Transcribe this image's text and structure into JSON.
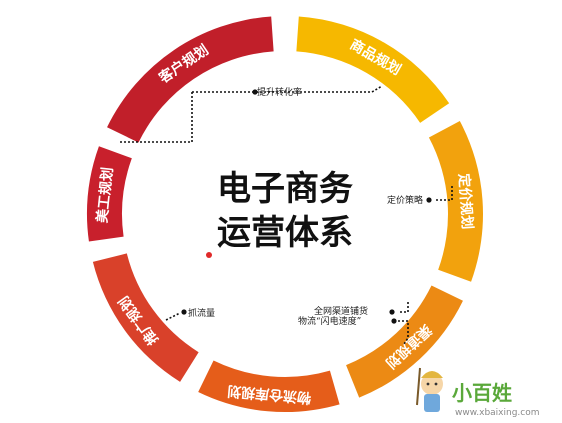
{
  "center_title": [
    "电子商务",
    "运营体系"
  ],
  "segments": [
    {
      "label": "客户规划",
      "color": "#c11f2a",
      "a1": -154,
      "a2": -94
    },
    {
      "label": "商品规划",
      "color": "#f6b800",
      "a1": -86,
      "a2": -34
    },
    {
      "label": "定价规划",
      "color": "#f2a20d",
      "a1": -28,
      "a2": 20
    },
    {
      "label": "渠道规划",
      "color": "#ec8a14",
      "a1": 26,
      "a2": 68
    },
    {
      "label": "物流仓库规划",
      "color": "#e55d1a",
      "a1": 74,
      "a2": 116
    },
    {
      "label": "推广规划",
      "color": "#d9412a",
      "a1": 122,
      "a2": 166
    },
    {
      "label": "美工规划",
      "color": "#c8202c",
      "a1": 172,
      "a2": 200
    }
  ],
  "annotations": {
    "conversion": "提升转化率",
    "pricing": "定价策略",
    "channel": "全网渠道铺货",
    "logistics": "物流“闪电速度”",
    "traffic": "抓流量"
  },
  "watermark": {
    "text": "小百姓",
    "url": "www.xbaixing.com"
  }
}
